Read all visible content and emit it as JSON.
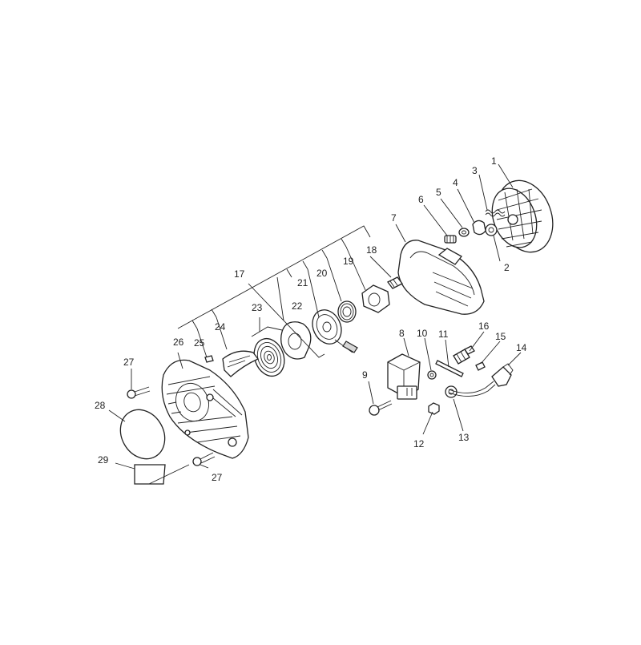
{
  "diagram": {
    "callouts": [
      {
        "id": "c1",
        "text": "1"
      },
      {
        "id": "c2",
        "text": "2"
      },
      {
        "id": "c3",
        "text": "3"
      },
      {
        "id": "c4",
        "text": "4"
      },
      {
        "id": "c5",
        "text": "5"
      },
      {
        "id": "c6",
        "text": "6"
      },
      {
        "id": "c7",
        "text": "7"
      },
      {
        "id": "c8",
        "text": "8"
      },
      {
        "id": "c9",
        "text": "9"
      },
      {
        "id": "c10",
        "text": "10"
      },
      {
        "id": "c11",
        "text": "11"
      },
      {
        "id": "c12",
        "text": "12"
      },
      {
        "id": "c13",
        "text": "13"
      },
      {
        "id": "c14",
        "text": "14"
      },
      {
        "id": "c15",
        "text": "15"
      },
      {
        "id": "c16",
        "text": "16"
      },
      {
        "id": "c17",
        "text": "17"
      },
      {
        "id": "c18",
        "text": "18"
      },
      {
        "id": "c19",
        "text": "19"
      },
      {
        "id": "c20",
        "text": "20"
      },
      {
        "id": "c21",
        "text": "21"
      },
      {
        "id": "c22",
        "text": "22"
      },
      {
        "id": "c23",
        "text": "23"
      },
      {
        "id": "c24",
        "text": "24"
      },
      {
        "id": "c25",
        "text": "25"
      },
      {
        "id": "c26",
        "text": "26"
      },
      {
        "id": "c27a",
        "text": "27"
      },
      {
        "id": "c27b",
        "text": "27"
      },
      {
        "id": "c28",
        "text": "28"
      },
      {
        "id": "c29",
        "text": "29"
      }
    ]
  }
}
